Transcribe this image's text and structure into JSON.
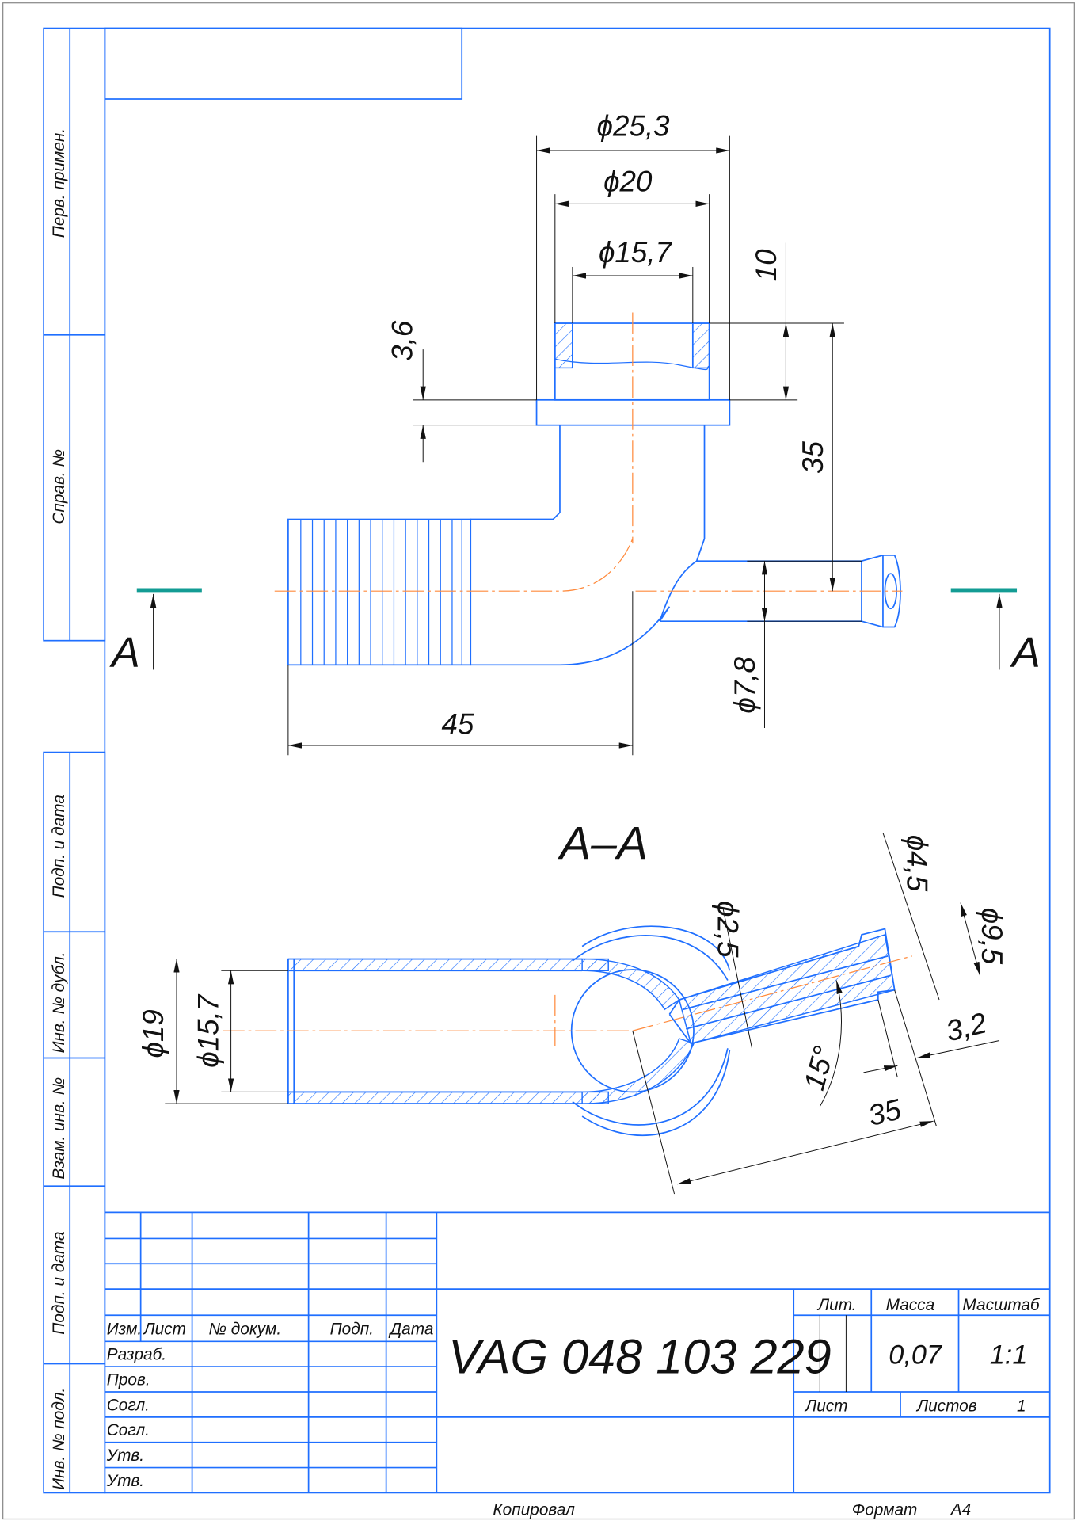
{
  "side_labels": [
    "Перв. примен.",
    "Справ. №",
    "Подп. и дата",
    "Инв. № дубл.",
    "Взам. инв. №",
    "Подп. и дата",
    "Инв. № подл."
  ],
  "dims_top": {
    "d25": "ϕ25,3",
    "d20": "ϕ20",
    "d157": "ϕ15,7",
    "h10": "10",
    "h36": "3,6",
    "h35": "35",
    "d78": "ϕ7,8",
    "l45": "45"
  },
  "section": {
    "title": "A–A",
    "mark": "A"
  },
  "dims_section": {
    "d19": "ϕ19",
    "d157": "ϕ15,7",
    "d25": "ϕ2,5",
    "d45": "ϕ4,5",
    "d95": "ϕ9,5",
    "l32": "3,2",
    "a15": "15°",
    "l35": "35"
  },
  "title_block": {
    "headers": [
      "Изм.",
      "Лист",
      "№ докум.",
      "Подп.",
      "Дата"
    ],
    "rows": [
      "Разраб.",
      "Пров.",
      "Согл.",
      "Согл.",
      "Утв.",
      "Утв."
    ],
    "designation": "VAG 048 103 229",
    "lit": "Лит.",
    "mass_label": "Масса",
    "scale_label": "Масштаб",
    "mass": "0,07",
    "scale": "1:1",
    "sheet": "Лист",
    "sheets": "Листов",
    "sheets_value": "1"
  },
  "footer": {
    "copied": "Копировал",
    "format_label": "Формат",
    "format": "A4"
  },
  "colors": {
    "line": "#1f6fff",
    "axis": "#ff8a3c",
    "cut": "#139c94"
  }
}
